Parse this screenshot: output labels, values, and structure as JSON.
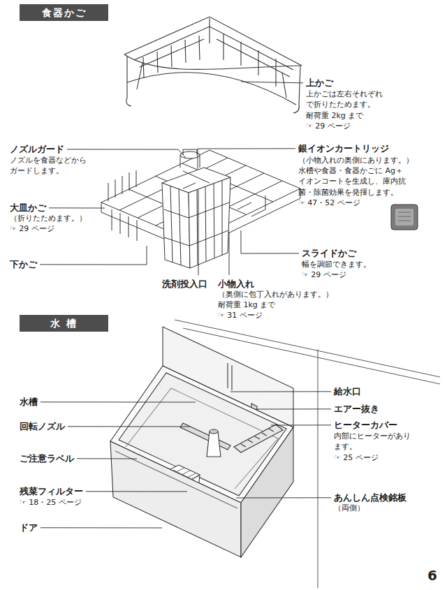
{
  "diagram": {
    "nodes": [
      {
        "text": [
          "食器かご"
        ]
      },
      {
        "text": [
          "水 槽"
        ]
      }
    ],
    "labels": [
      "上かご",
      "上かごは左右それぞれで折りたためます。",
      "耐荷重 2kg まで",
      "☞ 29 ページ",
      "ノズルガード",
      "ノズルを食器などからガードします。",
      "銀イオンカートリッジ",
      "（小物入れの奥側にあります。）",
      "水槽や食器・食器かごに Ag＋イオンコートを生成し、庫内抗菌・除菌効果を発揮します。",
      "☞ 47・52 ページ",
      "大皿かご",
      "（折りたためます。）",
      "☞ 29 ページ",
      "スライドかご",
      "幅を調節できます。",
      "☞ 29 ページ",
      "下かご",
      "洗剤投入口",
      "小物入れ",
      "（奥側に包丁入れがあります。）",
      "耐荷重 1kg まで",
      "☞ 31 ページ",
      "水槽",
      "給水口",
      "エアー抜き",
      "回転ノズル",
      "ヒーターカバー",
      "内部にヒーターがあります。",
      "☞ 25 ページ",
      "ご注意ラベル",
      "残菜フィルター",
      "☞ 18・25 ページ",
      "あんしん点検銘板",
      "（両側）",
      "ドア",
      "6"
    ]
  }
}
